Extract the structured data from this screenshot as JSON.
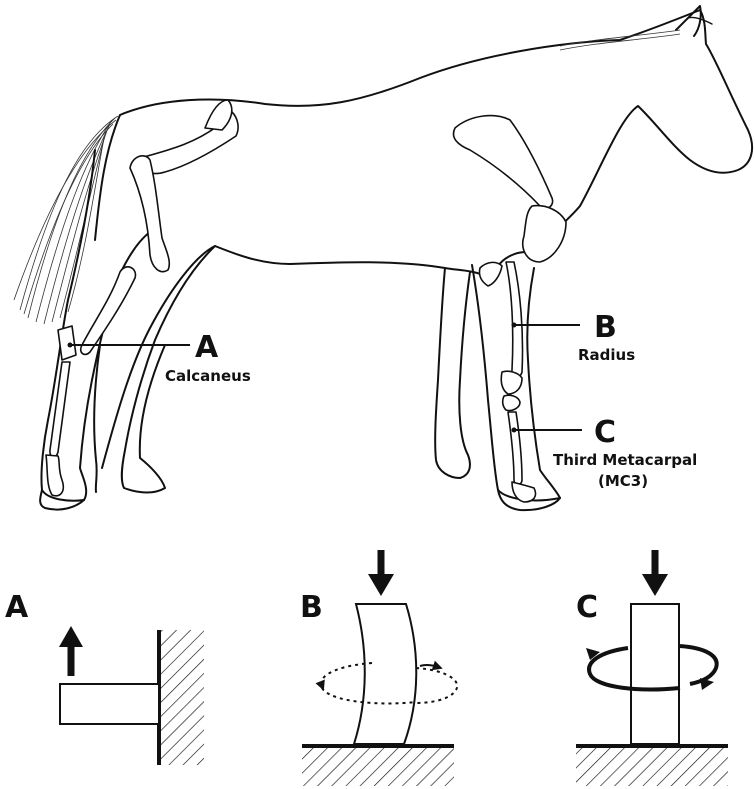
{
  "labels": {
    "A": {
      "letter": "A",
      "name": "Calcaneus"
    },
    "B": {
      "letter": "B",
      "name": "Radius"
    },
    "C": {
      "letter": "C",
      "name_line1": "Third Metacarpal",
      "name_line2": "(MC3)"
    }
  },
  "panels": [
    {
      "letter": "A",
      "load": "upward force on cantilevered beam"
    },
    {
      "letter": "B",
      "load": "axial compression with bending and torsion"
    },
    {
      "letter": "C",
      "load": "axial compression with torsion"
    }
  ]
}
